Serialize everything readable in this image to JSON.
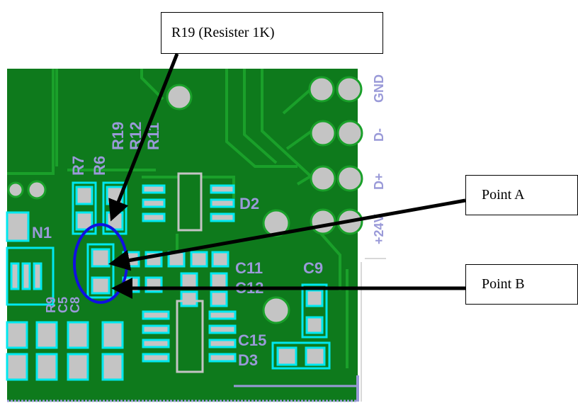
{
  "callouts": {
    "r19": "R19 (Resister 1K)",
    "point_a": "Point A",
    "point_b": "Point B"
  },
  "silkscreen": {
    "r7": "R7",
    "r6": "R6",
    "r19": "R19",
    "r12": "R12",
    "r11": "R11",
    "n1": "N1",
    "d2": "D2",
    "c11": "C11",
    "c12": "C12",
    "c9": "C9",
    "c15": "C15",
    "d3": "D3",
    "r9": "R9",
    "c5": "C5",
    "c8": "C8",
    "gnd": "GND",
    "d_minus": "D-",
    "d_plus": "D+",
    "v24": "+24V"
  },
  "colors": {
    "board": "#0e7a1c",
    "trace": "#1a9a28",
    "pad_outline": "#00e8f0",
    "pad": "#c4c4c4",
    "silkscreen": "#9a9ad8",
    "highlight_circle": "#1010e0",
    "arrow": "#000000"
  }
}
